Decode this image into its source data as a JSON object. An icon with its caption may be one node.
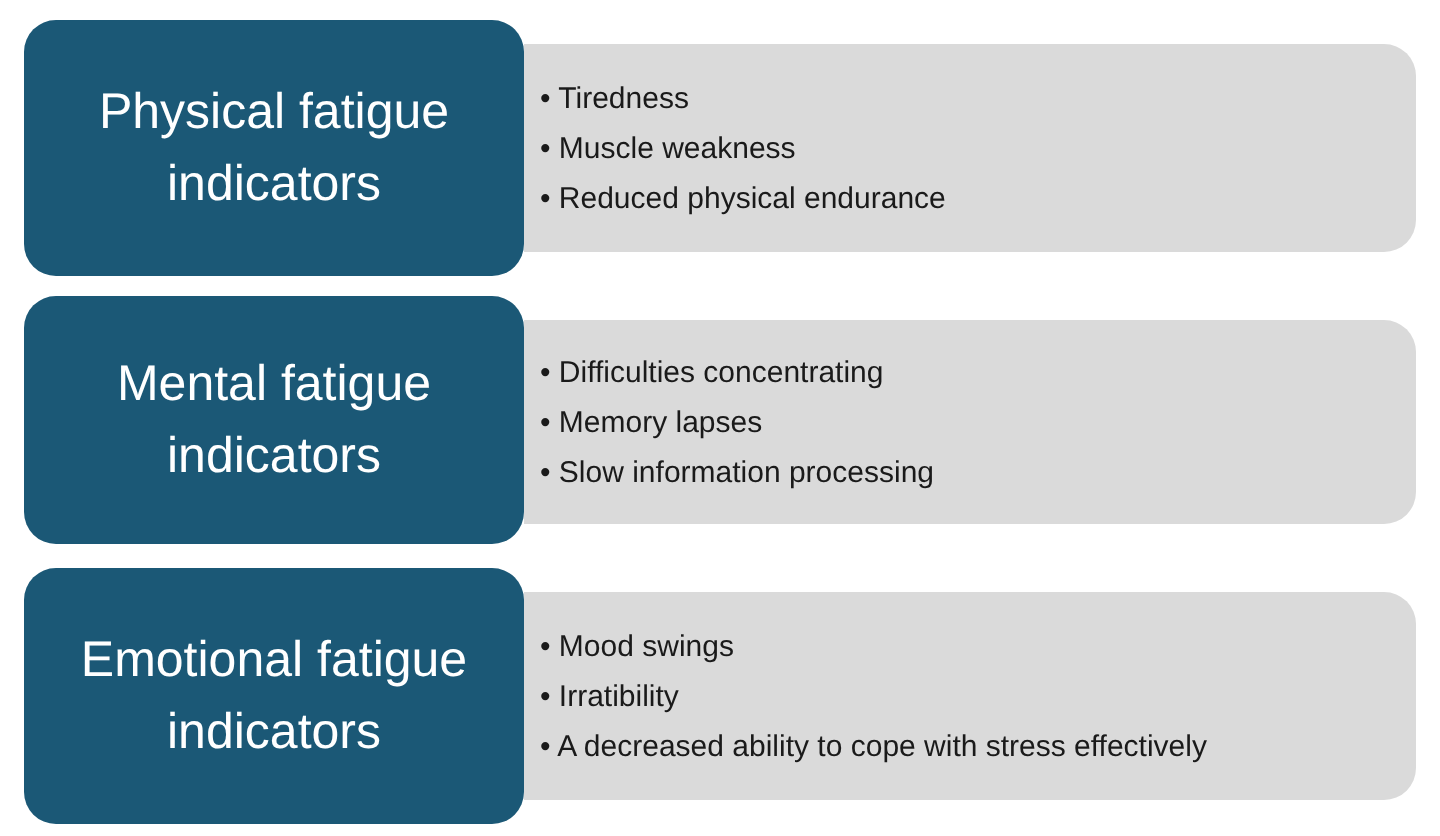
{
  "diagram": {
    "nodes": [
      {
        "text": [
          "Physical fatigue indicators"
        ]
      },
      {
        "text": [
          "• Tiredness",
          "• Muscle weakness",
          "• Reduced physical endurance"
        ]
      },
      {
        "text": [
          "Mental fatigue indicators"
        ]
      },
      {
        "text": [
          "• Difficulties concentrating",
          "• Memory lapses",
          "• Slow information processing"
        ]
      },
      {
        "text": [
          "Emotional fatigue indicators"
        ]
      },
      {
        "text": [
          "• Mood swings",
          "• Irratibility",
          "• A decreased ability to cope with stress effectively"
        ]
      }
    ]
  }
}
